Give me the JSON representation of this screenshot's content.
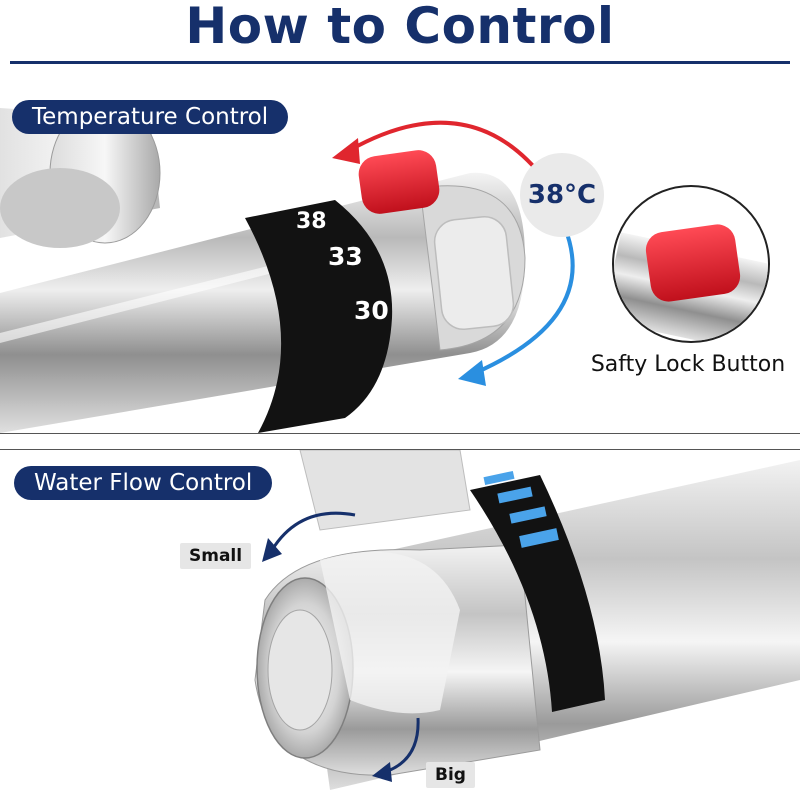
{
  "header": {
    "title": "How to Control"
  },
  "temperature_section": {
    "label": "Temperature Control",
    "current_temperature": "38°C",
    "dial_marks": [
      "38",
      "33",
      "30"
    ],
    "safety_lock_label": "Safty Lock Button"
  },
  "flow_section": {
    "label": "Water Flow Control",
    "small_label": "Small",
    "big_label": "Big"
  },
  "colors": {
    "navy": "#16306b",
    "lock_red": "#e21f2f",
    "hot_arrow": "#e0262e",
    "cold_arrow": "#2a8fe0",
    "flow_marker_blue": "#4aa3ea"
  }
}
